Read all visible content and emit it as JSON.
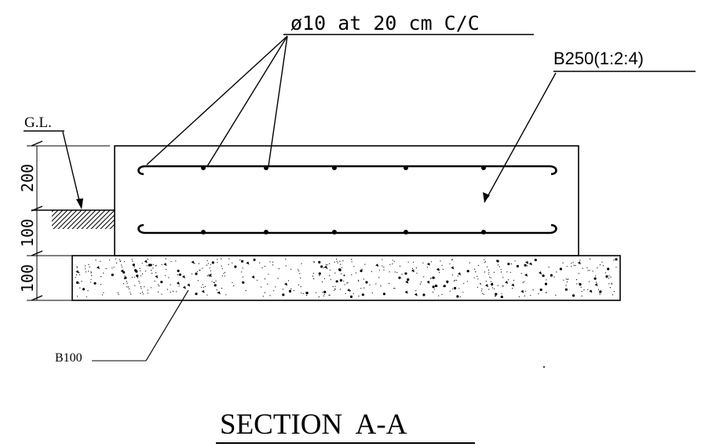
{
  "labels": {
    "rebar": "ø10 at 20 cm C/C",
    "concrete_grade": "B250(1:2:4)",
    "ground_level": "G.L.",
    "lean_concrete": "B100",
    "section_title": "SECTION  A-A"
  },
  "dimensions": {
    "top_cover": "200",
    "below_gl": "100",
    "blinding": "100"
  },
  "colors": {
    "line": "#000000",
    "background": "#ffffff"
  }
}
